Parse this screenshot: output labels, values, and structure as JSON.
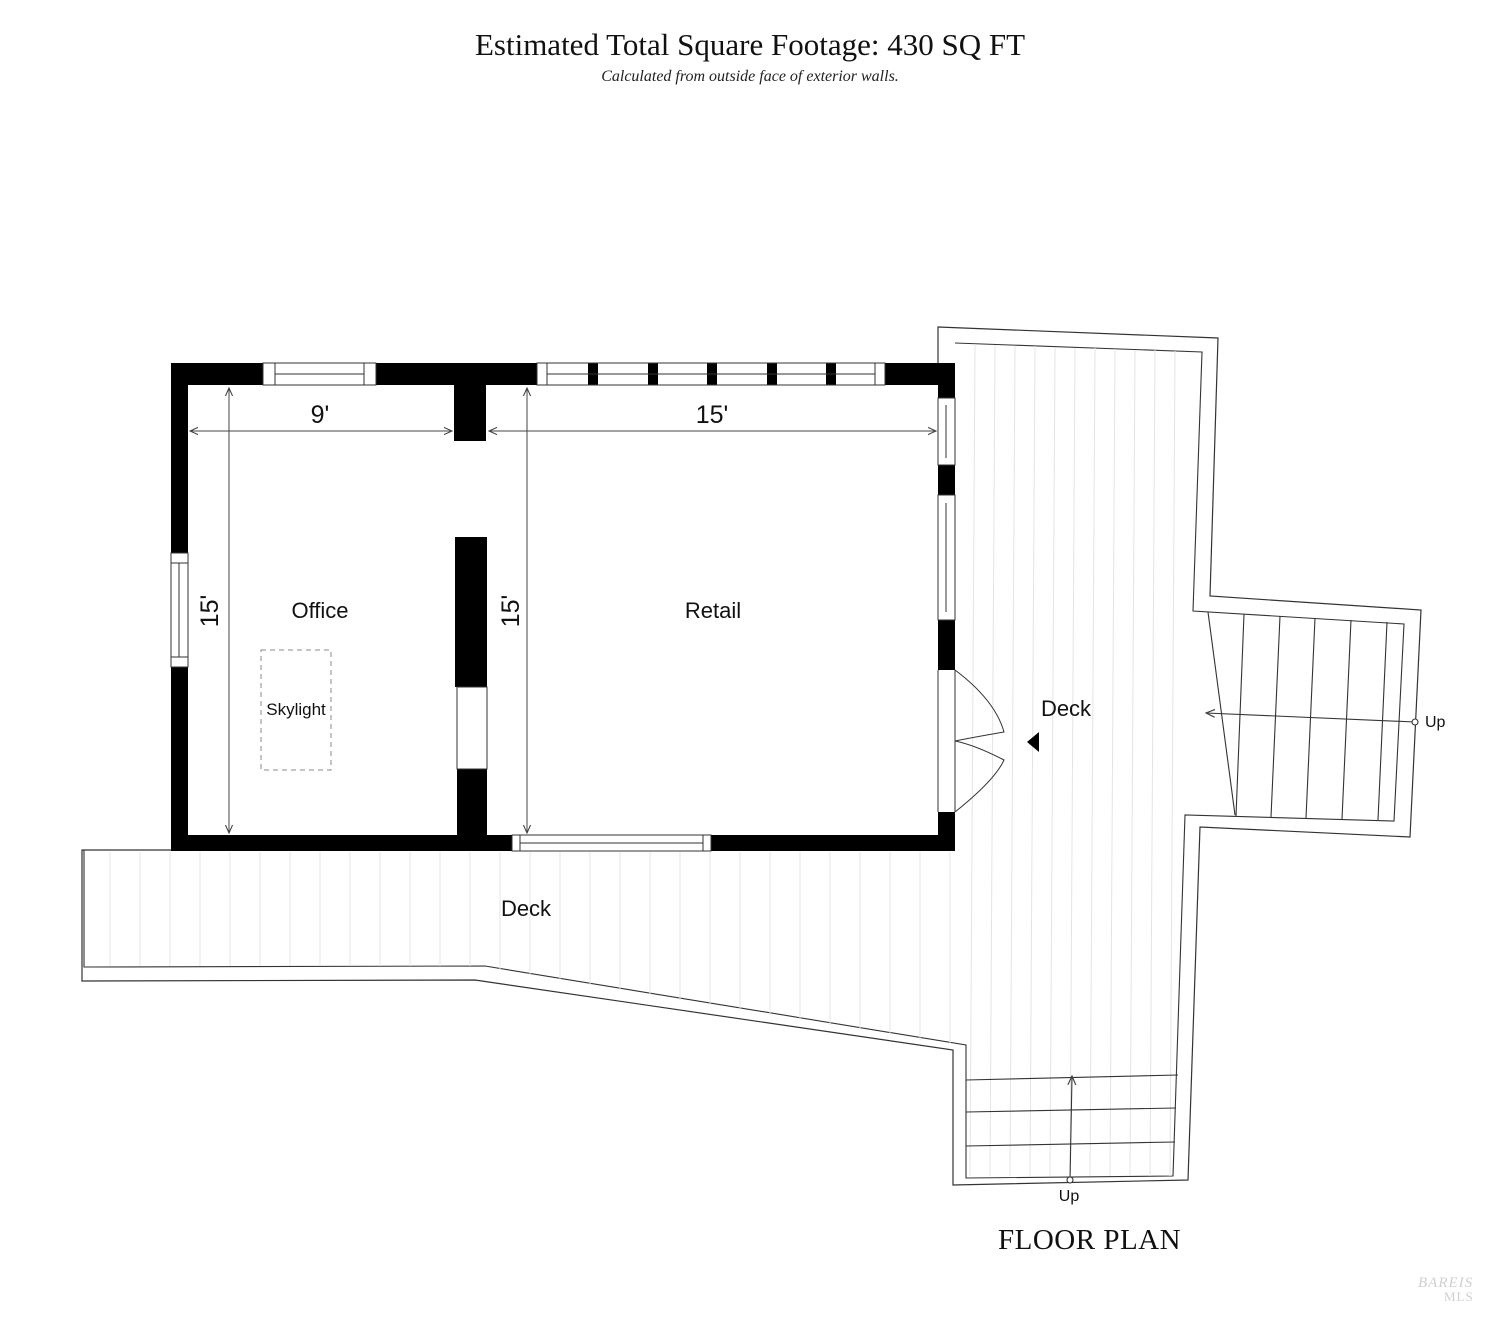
{
  "header": {
    "title": "Estimated Total Square Footage: 430 SQ FT",
    "subtitle": "Calculated from outside face of exterior walls."
  },
  "rooms": {
    "office": "Office",
    "retail": "Retail",
    "skylight": "Skylight",
    "deck_east": "Deck",
    "deck_south": "Deck"
  },
  "dimensions": {
    "office_width": "9'",
    "retail_width": "15'",
    "office_depth": "15'",
    "retail_depth": "15'"
  },
  "stairs": {
    "east_label": "Up",
    "south_label": "Up"
  },
  "footer": {
    "plan_title": "FLOOR PLAN",
    "watermark_line1": "BAREIS",
    "watermark_line2": "MLS"
  }
}
